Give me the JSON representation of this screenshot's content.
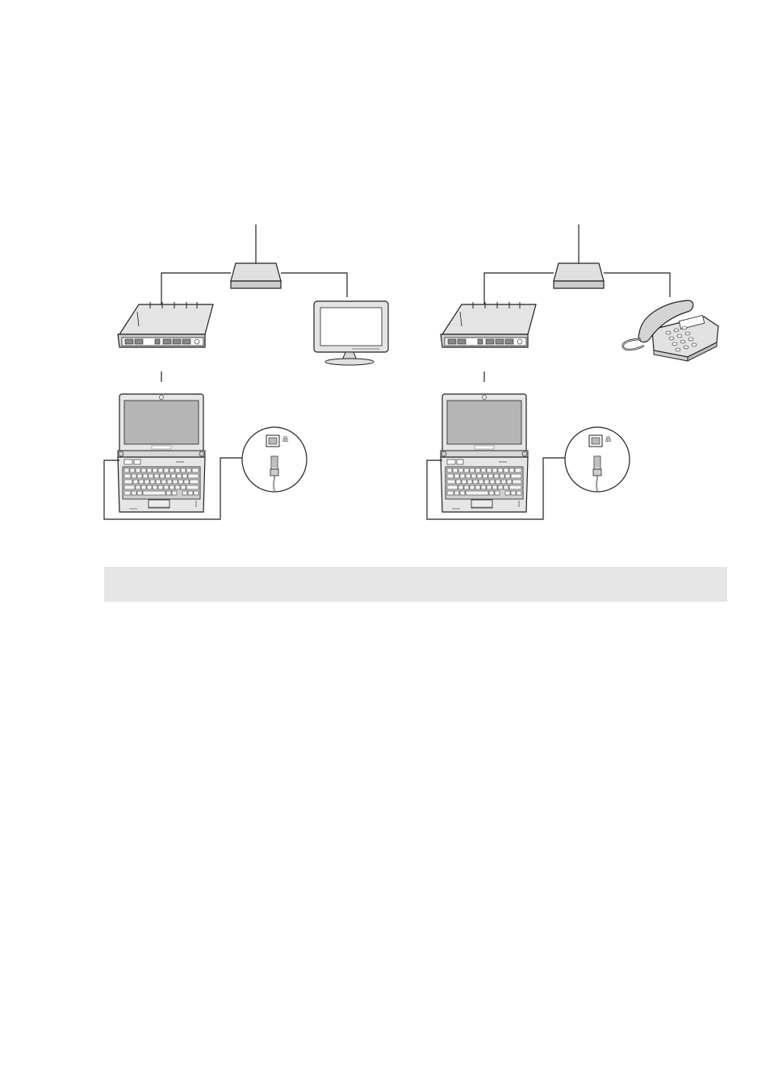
{
  "diagram": {
    "left_network": {
      "devices": [
        "splitter",
        "cable-modem",
        "television",
        "laptop",
        "ethernet-port-detail"
      ]
    },
    "right_network": {
      "devices": [
        "splitter",
        "dsl-modem",
        "telephone",
        "laptop",
        "ethernet-port-detail"
      ]
    },
    "port_symbol": "品"
  },
  "note_bar": {
    "text": ""
  }
}
